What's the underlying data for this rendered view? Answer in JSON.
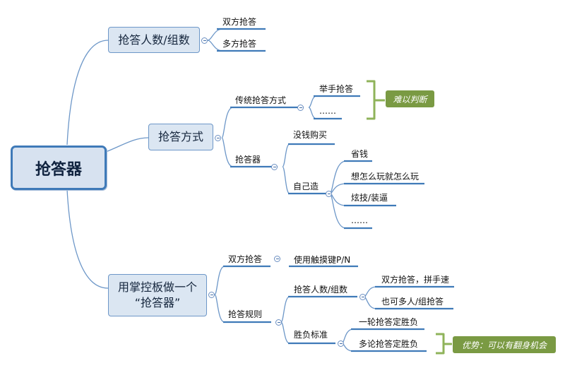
{
  "root": {
    "label": "抢答器"
  },
  "branches": {
    "count": {
      "label": "抢答人数/组数",
      "children": [
        "双方抢答",
        "多方抢答"
      ]
    },
    "mode": {
      "label": "抢答方式",
      "traditional": {
        "label": "传统抢答方式",
        "children": [
          "举手抢答",
          "……"
        ],
        "note": "难以判断"
      },
      "device": {
        "label": "抢答器",
        "children": [
          "没钱购买",
          "自己造"
        ],
        "diy": [
          "省钱",
          "想怎么玩就怎么玩",
          "炫技/装逼",
          "……"
        ]
      }
    },
    "panel": {
      "label_line1": "用掌控板做一个",
      "label_line2": "“抢答器”",
      "two_side": {
        "label": "双方抢答",
        "child": "使用触摸键P/N"
      },
      "rules": {
        "label": "抢答规则",
        "count": {
          "label": "抢答人数/组数",
          "children": [
            "双方抢答，拼手速",
            "也可多人/组抢答"
          ]
        },
        "win": {
          "label": "胜负标准",
          "children": [
            "一轮抢答定胜负",
            "多论抢答定胜负"
          ],
          "note": "优势：可以有翻身机会"
        }
      }
    }
  },
  "colors": {
    "line": "#6d97c8",
    "underline": "#3f7ab8",
    "bracket": "#8fb35a",
    "tag": "#7a9a43",
    "root_fill": "#d7e2f0",
    "node_fill": "#dbe6f2"
  }
}
